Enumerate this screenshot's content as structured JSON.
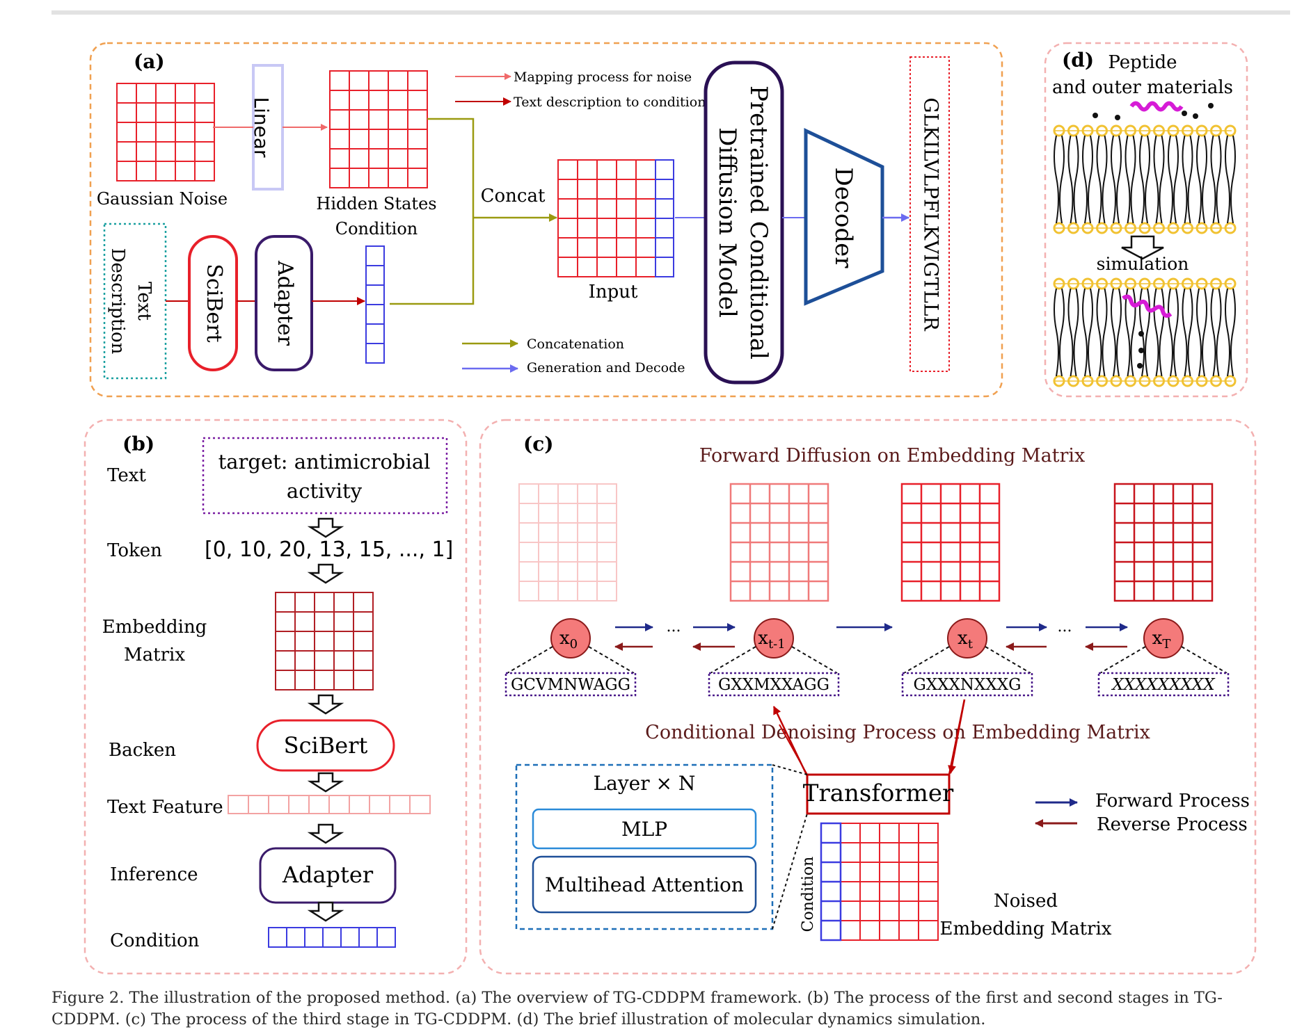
{
  "panel_a": {
    "label": "(a)",
    "gaussian_noise": "Gaussian Noise",
    "linear": "Linear",
    "hidden_states": "Hidden States",
    "condition": "Condition",
    "concat": "Concat",
    "input": "Input",
    "text_description_1": "Text",
    "text_description_2": "Description",
    "scibert": "SciBert",
    "adapter": "Adapter",
    "model_line1": "Pretrained Conditional",
    "model_line2": "Diffusion Model",
    "decoder": "Decoder",
    "output_sequence": "GLKILVLPFLKVIGTLLR",
    "legend": {
      "mapping": "Mapping process for noise",
      "text_desc": "Text description to condition",
      "concatenation": "Concatenation",
      "generation": "Generation and Decode"
    }
  },
  "panel_b": {
    "label": "(b)",
    "rows": {
      "text": "Text",
      "token": "Token",
      "embedding_1": "Embedding",
      "embedding_2": "Matrix",
      "backen": "Backen",
      "text_feature": "Text Feature",
      "inference": "Inference",
      "condition": "Condition"
    },
    "target_line1": "target: antimicrobial",
    "target_line2": "activity",
    "tokens": "[0, 10, 20, 13, 15, ..., 1]",
    "scibert": "SciBert",
    "adapter": "Adapter"
  },
  "panel_c": {
    "label": "(c)",
    "title": "Forward Diffusion on Embedding Matrix",
    "denoise_title": "Conditional Denoising Process on Embedding Matrix",
    "nodes": [
      {
        "base": "x",
        "sub": "0",
        "seq": "GCVMNWAGG"
      },
      {
        "base": "x",
        "sub": "t-1",
        "seq": "GXXMXXAGG"
      },
      {
        "base": "x",
        "sub": "t",
        "seq": "GXXXNXXXG"
      },
      {
        "base": "x",
        "sub": "T",
        "seq": "XXXXXXXXX"
      }
    ],
    "ellipsis": "...",
    "layer_title": "Layer × N",
    "mlp": "MLP",
    "attention": "Multihead Attention",
    "transformer": "Transformer",
    "condition": "Condition",
    "noised_1": "Noised",
    "noised_2": "Embedding Matrix",
    "forward_process": "Forward Process",
    "reverse_process": "Reverse Process",
    "colors": {
      "forward": "#1f2a8a",
      "reverse": "#8b1a1a"
    }
  },
  "panel_d": {
    "label": "(d)",
    "title_line1": "Peptide",
    "title_line2": "and outer materials",
    "simulation": "simulation"
  },
  "caption": "Figure 2. The illustration of the proposed method. (a) The overview of TG-CDDPM framework. (b) The process of the first and second stages in TG-CDDPM. (c) The process of the third stage in TG-CDDPM. (d) The brief illustration of molecular dynamics simulation.",
  "colors": {
    "grid_red": "#e8202a",
    "grid_dark": "#b11e24",
    "grid_blue": "#3b3be0",
    "olive": "#9a9a10",
    "navy_model": "#2a1054",
    "decoder_blue": "#1d4f98",
    "panel_a_border": "#f0a050",
    "panel_border": "#f3b0b0",
    "lipid_head": "#f1c232"
  }
}
